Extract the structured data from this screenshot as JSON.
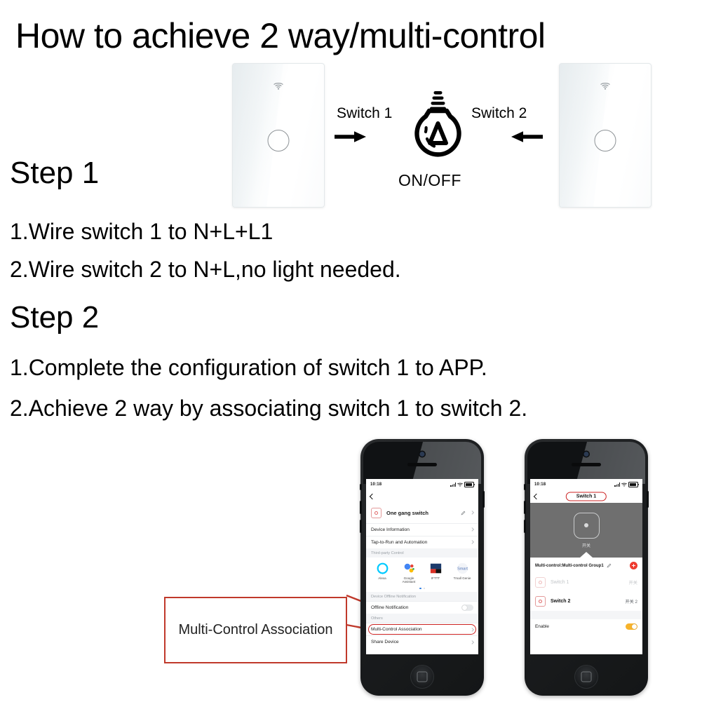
{
  "title": "How to achieve 2 way/multi-control",
  "diagram": {
    "switch1_label": "Switch 1",
    "switch2_label": "Switch 2",
    "bulb_label": "ON/OFF",
    "switch_left_name": "wall-switch-1",
    "switch_right_name": "wall-switch-2",
    "wifi_icon": "wifi-icon",
    "bulb_icon": "light-bulb-icon",
    "arrow_left_icon": "arrow-right-icon",
    "arrow_right_icon": "arrow-left-icon"
  },
  "steps": {
    "step1_heading": "Step 1",
    "step1_line1": "1.Wire switch 1 to N+L+L1",
    "step1_line2": "2.Wire switch 2 to N+L,no light needed.",
    "step2_heading": "Step 2",
    "step2_line1": "1.Complete the configuration of switch 1 to APP.",
    "step2_line2": "2.Achieve 2 way by associating switch 1 to switch 2."
  },
  "callout": {
    "text": "Multi-Control Association",
    "border_color": "#c0392b"
  },
  "phone1": {
    "status": {
      "time": "10:18",
      "location_icon": "location-arrow-icon",
      "signal_icon": "signal-bars-icon",
      "wifi_icon": "wifi-icon",
      "battery_icon": "battery-icon"
    },
    "nav": {
      "back_icon": "chevron-left-icon"
    },
    "device": {
      "name": "One gang switch",
      "edit_icon": "pencil-icon",
      "chevron_icon": "chevron-right-icon",
      "icon": "switch-device-icon"
    },
    "rows": [
      {
        "label": "Device Information",
        "chevron": "chevron-right-icon"
      },
      {
        "label": "Tap-to-Run and Automation",
        "chevron": "chevron-right-icon"
      }
    ],
    "section_thirdparty": "Third-party Control",
    "tiles": [
      {
        "label": "Alexa",
        "icon": "alexa-icon",
        "color": "#00caff"
      },
      {
        "label": "Google Assistant",
        "icon": "google-assistant-icon",
        "color": "#4285f4"
      },
      {
        "label": "IFTTT",
        "icon": "ifttt-icon",
        "color": "#1b3a6b"
      },
      {
        "label": "Tmall Genie",
        "icon": "tmall-genie-icon",
        "color": "#4a6fb5"
      }
    ],
    "section_offline": "Device Offline Notification",
    "offline_row": {
      "label": "Offline Notification",
      "toggle": "off"
    },
    "section_others": "Others",
    "multi_row": {
      "label": "Multi-Control Association",
      "chevron": "chevron-right-icon",
      "highlighted": true
    },
    "partial_row": {
      "label": "Share Device"
    }
  },
  "phone2": {
    "status": {
      "time": "10:18",
      "location_icon": "location-arrow-icon",
      "signal_icon": "signal-bars-icon",
      "wifi_icon": "wifi-icon",
      "battery_icon": "battery-icon"
    },
    "nav": {
      "back_icon": "chevron-left-icon",
      "title": "Switch 1",
      "title_highlighted": true
    },
    "control": {
      "button_icon": "power-button-icon",
      "caption": "开关"
    },
    "group": {
      "title": "Multi-control:Multi-control Group1",
      "edit_icon": "pencil-icon",
      "add_icon": "plus-icon",
      "add_color": "#ee3b2f"
    },
    "members": [
      {
        "name": "Switch 1",
        "right": "开关",
        "state": "dim"
      },
      {
        "name": "Switch 2",
        "right": "开关 2",
        "state": "strong"
      }
    ],
    "enable": {
      "label": "Enable",
      "toggle": "on",
      "toggle_color": "#f7b32b"
    }
  }
}
